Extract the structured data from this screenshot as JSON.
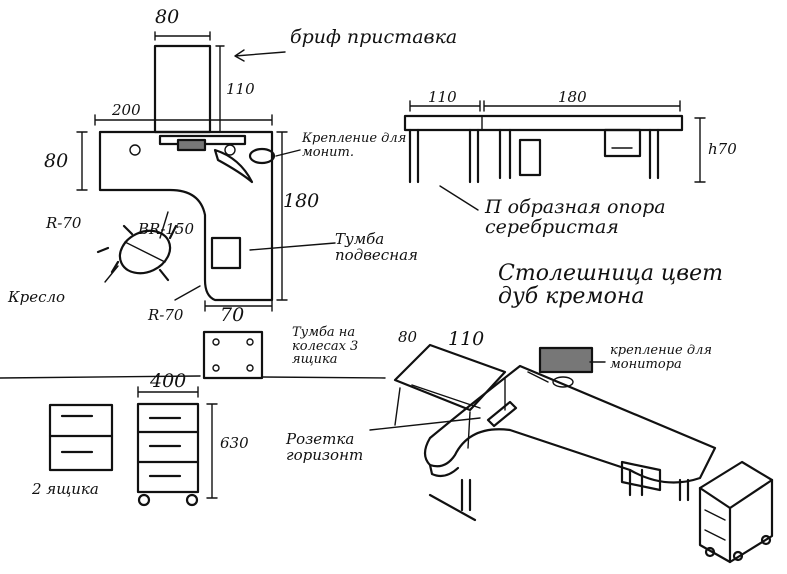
{
  "labels": {
    "dim_80_top": "80",
    "brief_extension": "бриф приставка",
    "dim_110_vertical": "110",
    "dim_200": "200",
    "dim_80_left": "80",
    "monitor_mount_top": "Крепление для монит.",
    "dim_180_right": "180",
    "r70_upper": "R-70",
    "br150": "BR-150",
    "hanging_pedestal": "Тумба подвесная",
    "chair": "Кресло",
    "r70_lower": "R-70",
    "dim_70": "70",
    "dim_110_front": "110",
    "dim_180_front": "180",
    "h70": "h70",
    "p_support": "П образная опора серебристая",
    "tabletop_color": "Столешница цвет дуб кремона",
    "wheeled_pedestal": "Тумба на колесах 3 ящика",
    "dim_80_iso": "80",
    "dim_110_iso": "110",
    "monitor_mount_iso": "крепление для монитора",
    "dim_400": "400",
    "dim_630": "630",
    "two_drawers": "2 ящика",
    "socket": "Розетка горизонт"
  }
}
